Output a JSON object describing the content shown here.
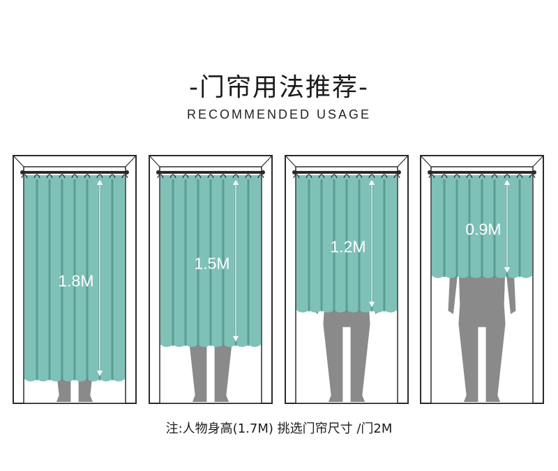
{
  "header": {
    "title": "-门帘用法推荐-",
    "subtitle": "RECOMMENDED USAGE"
  },
  "panels": [
    {
      "label": "1.8M",
      "curtain_length_m": 1.8
    },
    {
      "label": "1.5M",
      "curtain_length_m": 1.5
    },
    {
      "label": "1.2M",
      "curtain_length_m": 1.2
    },
    {
      "label": "0.9M",
      "curtain_length_m": 0.9
    }
  ],
  "footer": {
    "note": "注:人物身高(1.7M)  挑选门帘尺寸 /门2M"
  },
  "colors": {
    "curtain": "#7fc1b7",
    "curtain_fold": "#4e918a",
    "figure": "#8a8a8a",
    "frame": "#2a2a2a"
  }
}
